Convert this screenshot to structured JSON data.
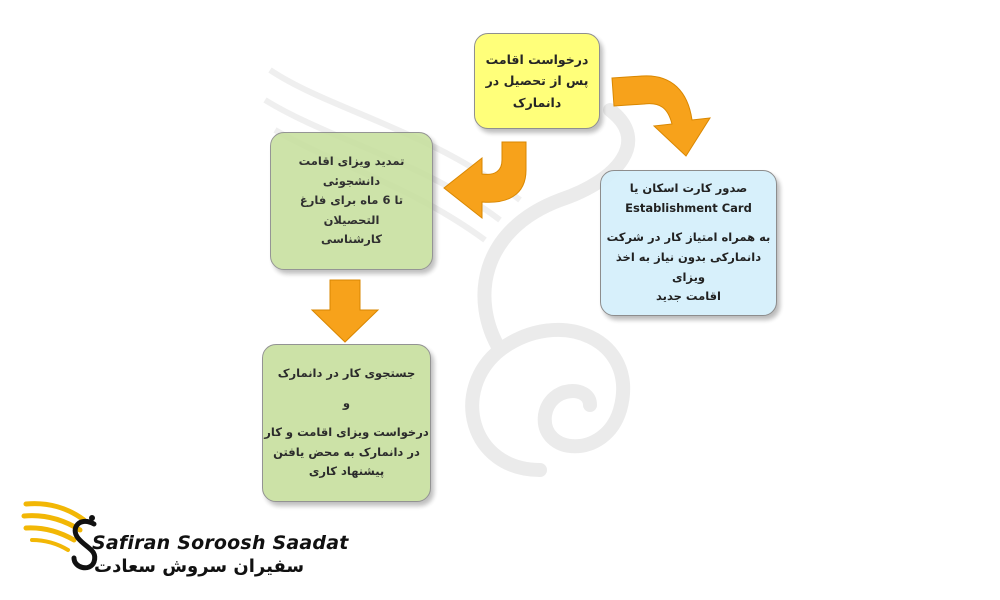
{
  "diagram": {
    "top_box": {
      "lines": [
        "درخواست اقامت",
        "پس از تحصیل در",
        "دانمارک"
      ]
    },
    "right_box": {
      "title_line1": "صدور کارت اسکان یا",
      "title_line2": "Establishment Card",
      "body_lines": [
        "به همراه امتیاز کار در شرکت",
        "دانمارکی بدون نیاز به اخذ ویزای",
        "اقامت جدید"
      ]
    },
    "left_box": {
      "lines": [
        "تمدید ویزای اقامت دانشجوئی",
        "تا 6 ماه برای فارغ التحصیلان",
        "کارشناسی"
      ]
    },
    "bottom_box": {
      "line1": "جستجوی کار در دانمارک",
      "conjunction": "و",
      "lines": [
        "درخواست ویزای اقامت و کار",
        "در دانمارک به محض یافتن",
        "پیشنهاد کاری"
      ]
    },
    "colors": {
      "arrow": "#f7a21b",
      "yellow_box": "#ffff73",
      "blue_box": "#d6f0fb",
      "green_box": "#c8e0a0"
    }
  },
  "logo": {
    "name_en": "Safiran Soroosh Saadat",
    "name_fa": "سفیران سروش سعادت"
  }
}
